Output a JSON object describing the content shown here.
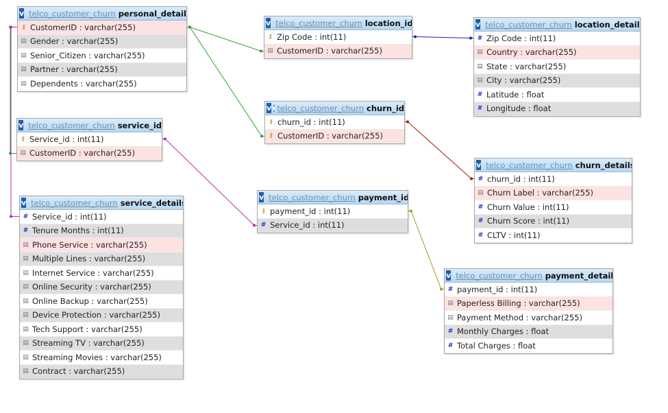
{
  "database": "telco_customer_churn",
  "icons": {
    "primary_key": "key-icon",
    "numeric": "hash-icon",
    "text": "text-icon"
  },
  "tables": [
    {
      "id": "personal_details",
      "name": "personal_details",
      "columns": [
        {
          "text": "CustomerID : varchar(255)",
          "icon": "key",
          "hl": true
        },
        {
          "text": "Gender : varchar(255)",
          "icon": "str"
        },
        {
          "text": "Senior_Citizen : varchar(255)",
          "icon": "str"
        },
        {
          "text": "Partner : varchar(255)",
          "icon": "str"
        },
        {
          "text": "Dependents : varchar(255)",
          "icon": "str"
        }
      ]
    },
    {
      "id": "location_id",
      "name": "location_id",
      "columns": [
        {
          "text": "Zip Code : int(11)",
          "icon": "key"
        },
        {
          "text": "CustomerID : varchar(255)",
          "icon": "str",
          "hl": true
        }
      ]
    },
    {
      "id": "location_details",
      "name": "location_details",
      "columns": [
        {
          "text": "Zip Code : int(11)",
          "icon": "num"
        },
        {
          "text": "Country : varchar(255)",
          "icon": "str",
          "hl": true
        },
        {
          "text": "State : varchar(255)",
          "icon": "str"
        },
        {
          "text": "City : varchar(255)",
          "icon": "str"
        },
        {
          "text": "Latitude : float",
          "icon": "num"
        },
        {
          "text": "Longitude : float",
          "icon": "num"
        }
      ]
    },
    {
      "id": "churn_id",
      "name": "churn_id",
      "columns": [
        {
          "text": "churn_id : int(11)",
          "icon": "key"
        },
        {
          "text": "CustomerID : varchar(255)",
          "icon": "key",
          "hl": true
        }
      ]
    },
    {
      "id": "service_id",
      "name": "service_id",
      "columns": [
        {
          "text": "Service_id : int(11)",
          "icon": "key"
        },
        {
          "text": "CustomerID : varchar(255)",
          "icon": "str",
          "hl": true
        }
      ]
    },
    {
      "id": "churn_details",
      "name": "churn_details",
      "columns": [
        {
          "text": "churn_id : int(11)",
          "icon": "num"
        },
        {
          "text": "Churn Label : varchar(255)",
          "icon": "str",
          "hl": true
        },
        {
          "text": "Churn Value : int(11)",
          "icon": "num"
        },
        {
          "text": "Churn Score : int(11)",
          "icon": "num"
        },
        {
          "text": "CLTV : int(11)",
          "icon": "num"
        }
      ]
    },
    {
      "id": "payment_id",
      "name": "payment_id",
      "columns": [
        {
          "text": "payment_id : int(11)",
          "icon": "key"
        },
        {
          "text": "Service_id : int(11)",
          "icon": "num"
        }
      ]
    },
    {
      "id": "service_details",
      "name": "service_details",
      "columns": [
        {
          "text": "Service_id : int(11)",
          "icon": "num"
        },
        {
          "text": "Tenure Months : int(11)",
          "icon": "num"
        },
        {
          "text": "Phone Service : varchar(255)",
          "icon": "str",
          "hl": true
        },
        {
          "text": "Multiple Lines : varchar(255)",
          "icon": "str"
        },
        {
          "text": "Internet Service : varchar(255)",
          "icon": "str"
        },
        {
          "text": "Online Security : varchar(255)",
          "icon": "str"
        },
        {
          "text": "Online Backup : varchar(255)",
          "icon": "str"
        },
        {
          "text": "Device Protection : varchar(255)",
          "icon": "str"
        },
        {
          "text": "Tech Support : varchar(255)",
          "icon": "str"
        },
        {
          "text": "Streaming TV : varchar(255)",
          "icon": "str"
        },
        {
          "text": "Streaming Movies : varchar(255)",
          "icon": "str"
        },
        {
          "text": "Contract : varchar(255)",
          "icon": "str"
        }
      ]
    },
    {
      "id": "payment_details",
      "name": "payment_details",
      "columns": [
        {
          "text": "payment_id : int(11)",
          "icon": "num"
        },
        {
          "text": "Paperless Billing : varchar(255)",
          "icon": "str",
          "hl": true
        },
        {
          "text": "Payment Method : varchar(255)",
          "icon": "str"
        },
        {
          "text": "Monthly Charges : float",
          "icon": "num"
        },
        {
          "text": "Total Charges : float",
          "icon": "num"
        }
      ]
    }
  ],
  "relations": [
    {
      "from": "personal_details",
      "from_col": 0,
      "to": "location_id",
      "to_col": 1,
      "color": "#2ca02c"
    },
    {
      "from": "personal_details",
      "from_col": 0,
      "to": "churn_id",
      "to_col": 1,
      "color": "#2ca02c"
    },
    {
      "from": "personal_details",
      "from_col": 0,
      "to": "service_id",
      "to_col": 1,
      "color": "#2ca02c"
    },
    {
      "from": "personal_details",
      "from_col": 0,
      "to": "service_details",
      "to_col": 0,
      "color": "#b030b0"
    },
    {
      "from": "location_id",
      "from_col": 0,
      "to": "location_details",
      "to_col": 0,
      "color": "#1f1fa8"
    },
    {
      "from": "churn_id",
      "from_col": 0,
      "to": "churn_details",
      "to_col": 0,
      "color": "#a01818"
    },
    {
      "from": "service_id",
      "from_col": 0,
      "to": "payment_id",
      "to_col": 1,
      "color": "#b030b0"
    },
    {
      "from": "payment_id",
      "from_col": 0,
      "to": "payment_details",
      "to_col": 0,
      "color": "#a0a020"
    }
  ]
}
